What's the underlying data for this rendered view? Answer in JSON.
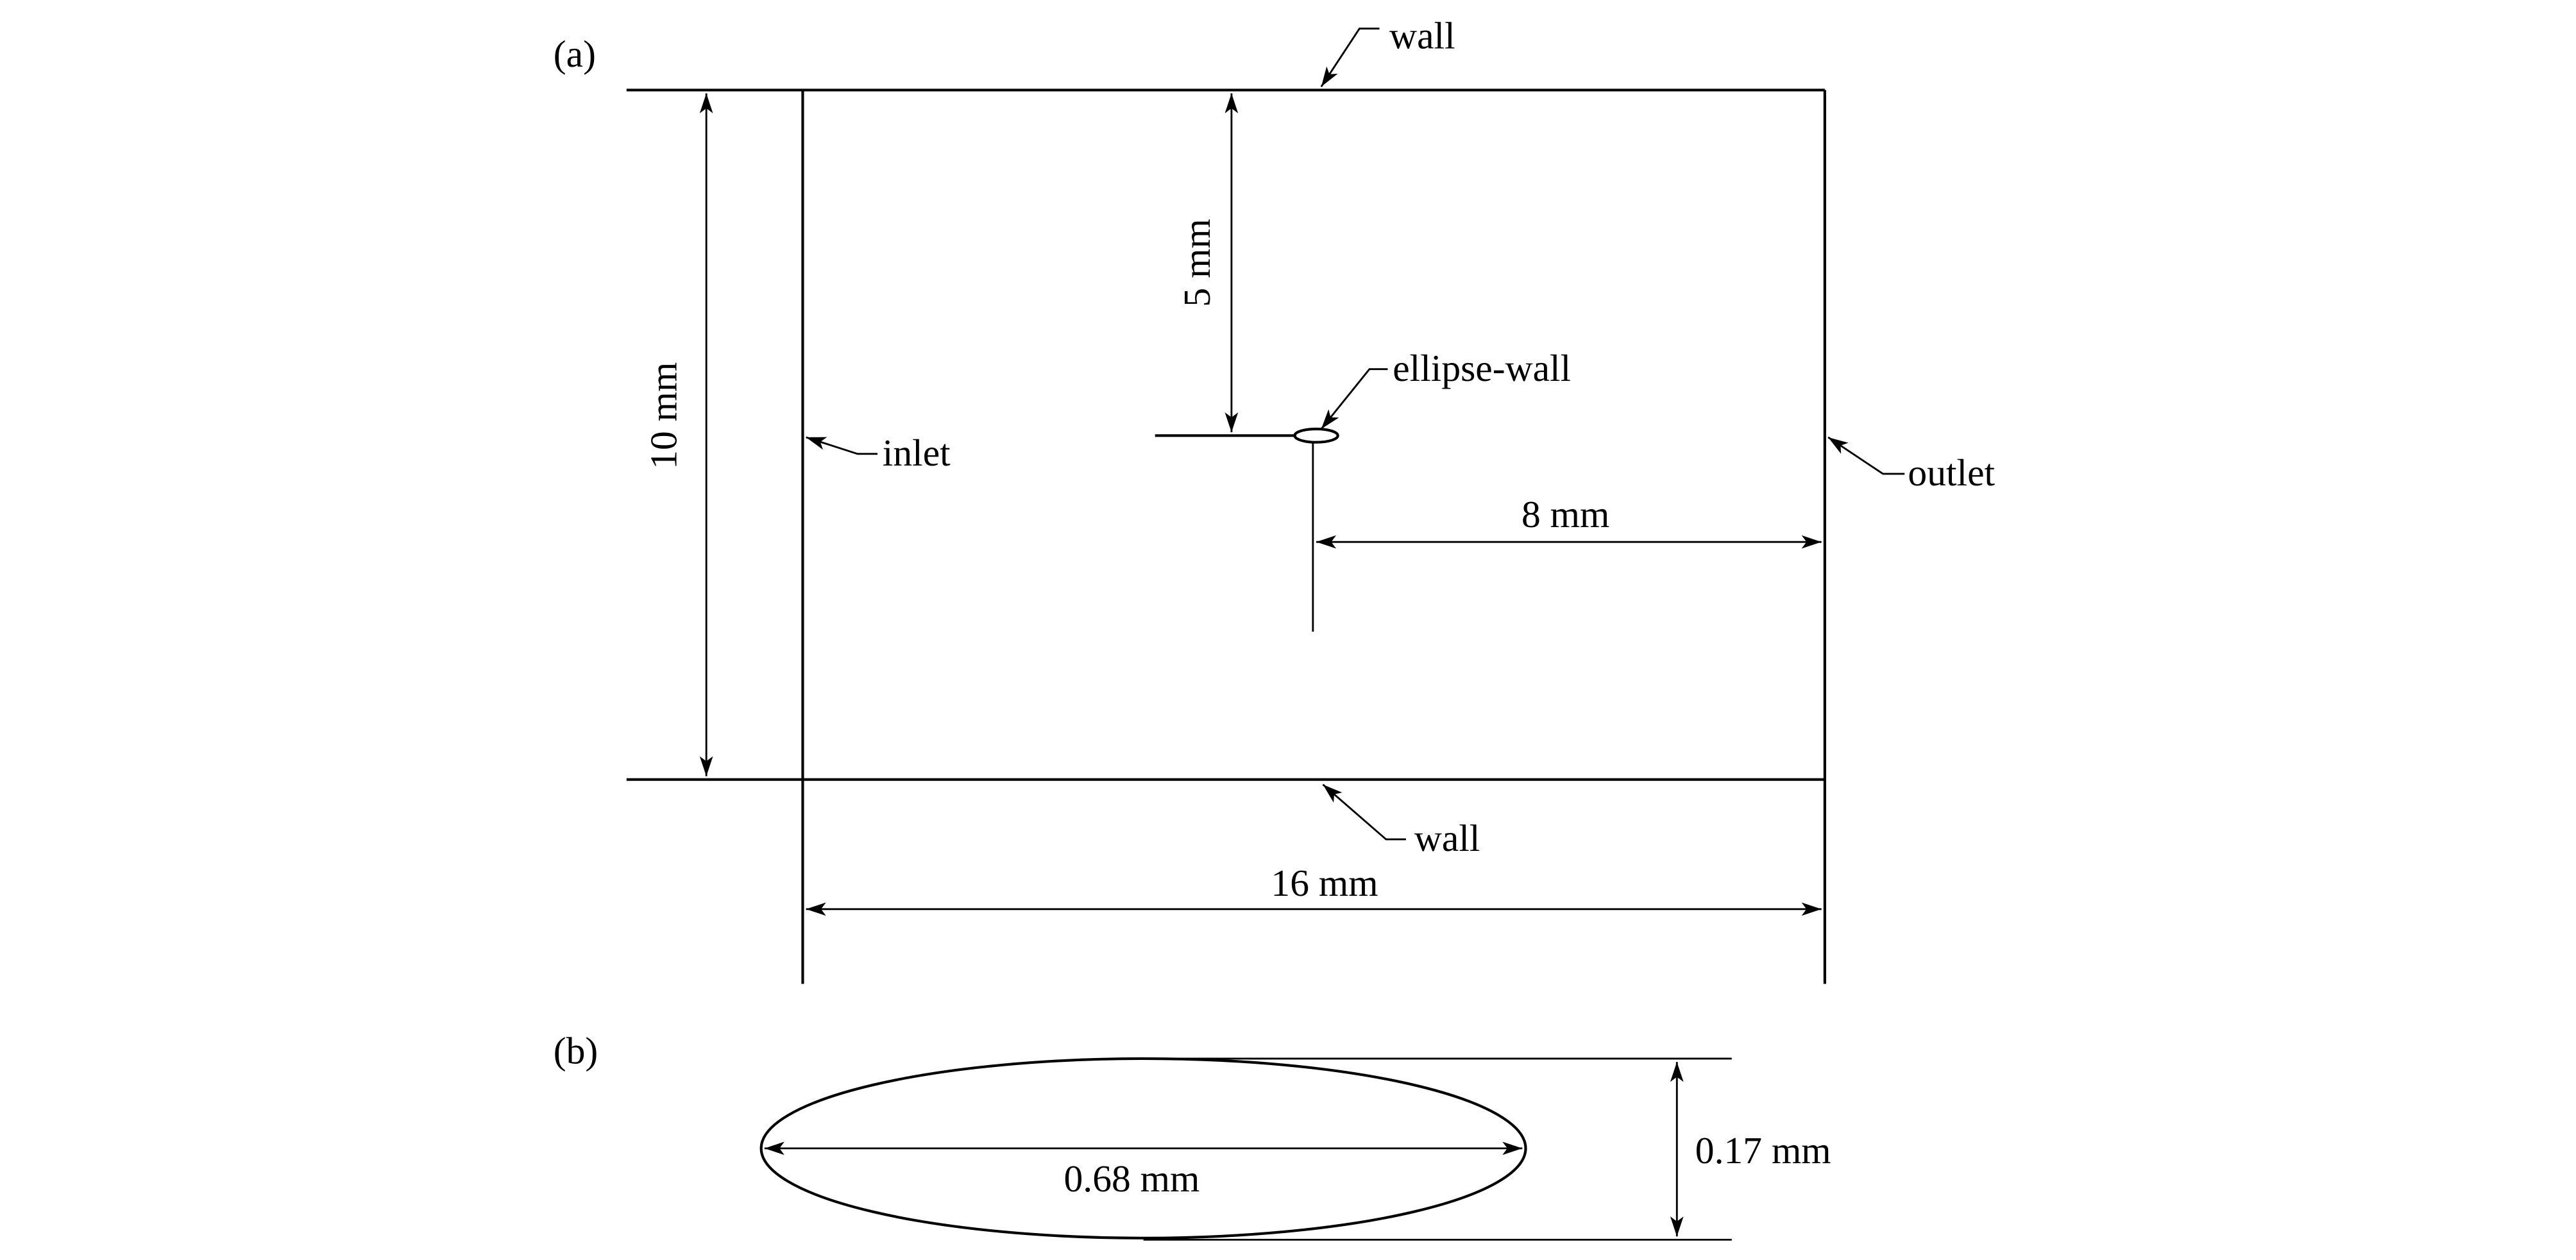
{
  "panels": {
    "a": {
      "label": "(a)",
      "labels": {
        "wall_top": "wall",
        "wall_bottom": "wall",
        "inlet": "inlet",
        "outlet": "outlet",
        "ellipse_wall": "ellipse-wall"
      },
      "dimensions": {
        "height": "10 mm",
        "ellipse_from_top": "5 mm",
        "ellipse_to_outlet": "8 mm",
        "length": "16 mm"
      }
    },
    "b": {
      "label": "(b)",
      "dimensions": {
        "major_axis": "0.68 mm",
        "minor_axis": "0.17 mm"
      }
    }
  }
}
